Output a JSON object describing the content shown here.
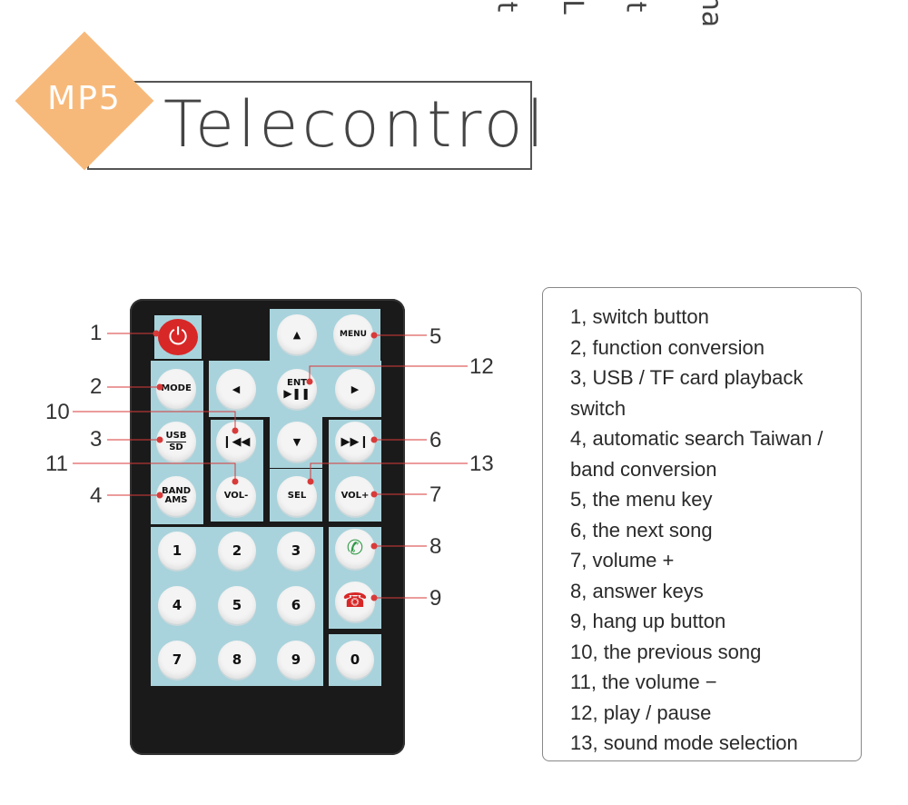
{
  "header": {
    "cut_text": [
      "t",
      "L",
      "t",
      "na"
    ],
    "badge": "MP5",
    "title": "Telecontrol"
  },
  "colors": {
    "badge": "#f7b97a",
    "pad": "#a8d3dc",
    "power": "#d82727",
    "answer": "#2e9a45",
    "hangup": "#d82727"
  },
  "remote": {
    "menu": "MENU",
    "ent": "ENT",
    "mode": "MODE",
    "usb": "USB",
    "sd": "SD",
    "band": "BAND",
    "ams": "AMS",
    "vol_minus": "VOL-",
    "sel": "SEL",
    "vol_plus": "VOL+",
    "digits": [
      "1",
      "2",
      "3",
      "4",
      "5",
      "6",
      "7",
      "8",
      "9",
      "0"
    ]
  },
  "callouts": [
    "1",
    "2",
    "3",
    "4",
    "5",
    "6",
    "7",
    "8",
    "9",
    "10",
    "11",
    "12",
    "13"
  ],
  "legend": [
    "1, switch button",
    "2, function conversion",
    "3, USB / TF card playback",
    "switch",
    "4, automatic search Taiwan /",
    "band conversion",
    "5, the menu key",
    "6, the next song",
    "7, volume +",
    "8, answer keys",
    "9, hang up button",
    "10, the previous song",
    "11, the volume −",
    "12, play / pause",
    "13, sound mode selection"
  ]
}
